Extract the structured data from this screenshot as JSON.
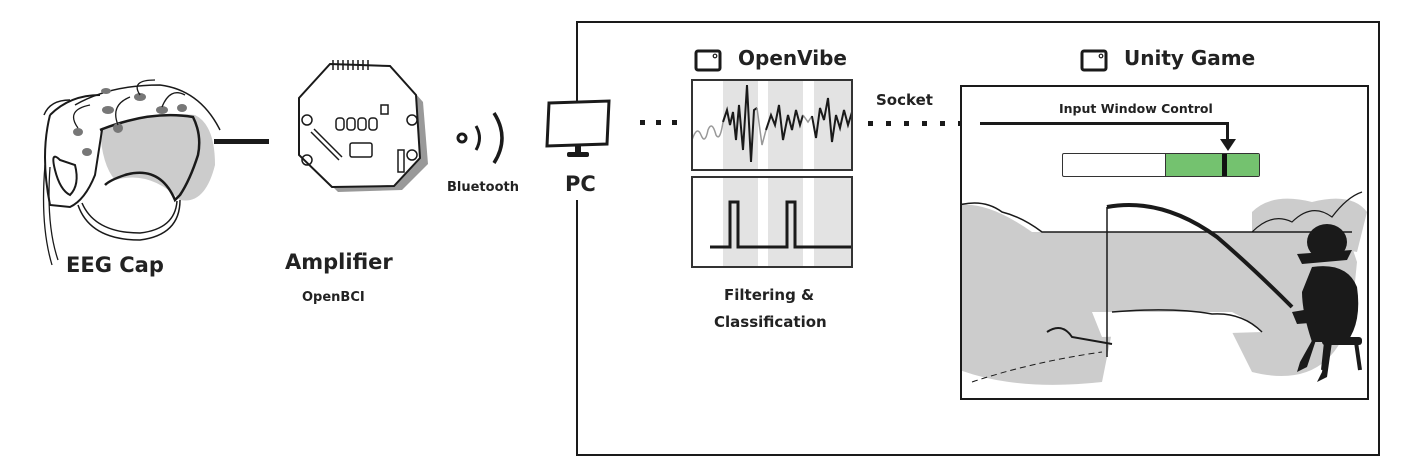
{
  "pipeline": {
    "eeg_cap": {
      "label": "EEG Cap",
      "icon": "eeg-cap-icon"
    },
    "amplifier": {
      "label": "Amplifier",
      "sublabel": "OpenBCI",
      "icon": "circuit-board-icon"
    },
    "wireless": {
      "label": "Bluetooth",
      "icon": "wireless-signal-icon"
    },
    "pc": {
      "label": "PC",
      "icon": "monitor-icon"
    },
    "openvibe": {
      "title": "OpenVibe",
      "icon": "window-icon",
      "caption_line1": "Filtering &",
      "caption_line2": "Classification"
    },
    "socket": {
      "label": "Socket"
    },
    "unity_game": {
      "title": "Unity Game",
      "icon": "window-icon",
      "input_control_label": "Input Window Control",
      "bar": {
        "green_start": 0.52,
        "green_end": 1.0,
        "marker": 0.82,
        "green_color": "#74c26f"
      }
    }
  },
  "colors": {
    "stroke": "#1a1a1a",
    "gray_fill": "#cccccc",
    "band_fill": "#e3e3e3"
  }
}
